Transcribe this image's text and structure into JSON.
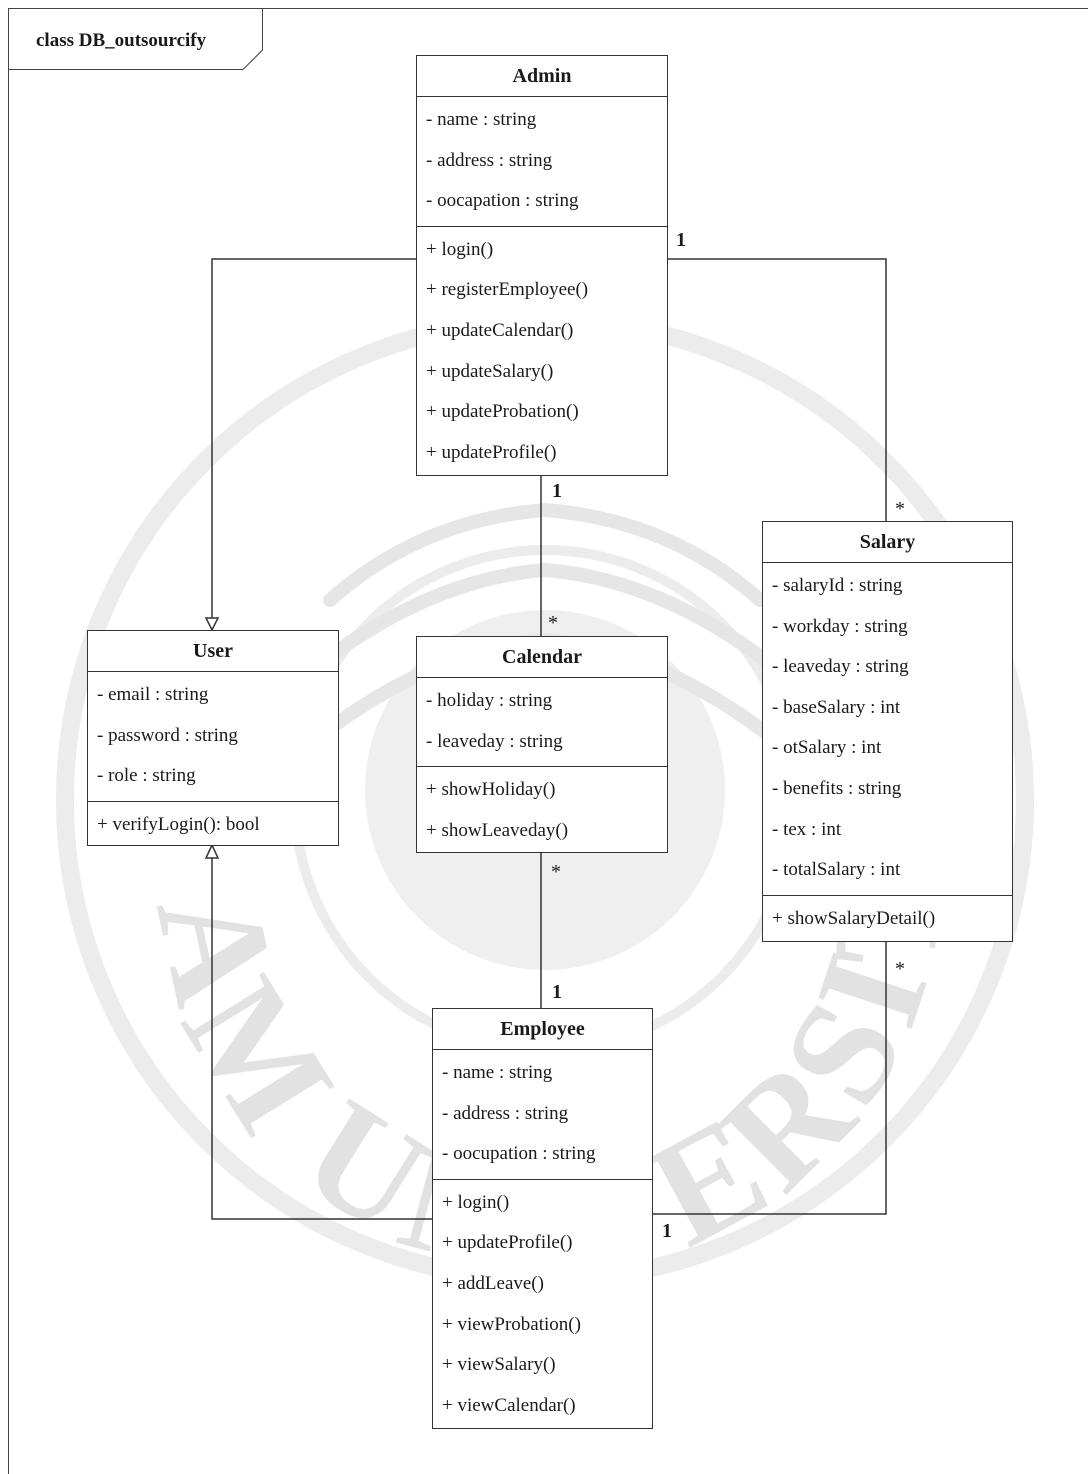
{
  "frame": {
    "title": "class DB_outsourcify"
  },
  "watermark": {
    "text": "SIAM UNIVERSITY"
  },
  "classes": {
    "admin": {
      "name": "Admin",
      "attributes": [
        "- name : string",
        "- address : string",
        "- oocapation : string"
      ],
      "operations": [
        "+ login()",
        "+ registerEmployee()",
        "+ updateCalendar()",
        "+ updateSalary()",
        "+ updateProbation()",
        "+ updateProfile()"
      ]
    },
    "user": {
      "name": "User",
      "attributes": [
        "- email : string",
        "- password : string",
        "- role : string"
      ],
      "operations": [
        "+ verifyLogin(): bool"
      ]
    },
    "calendar": {
      "name": "Calendar",
      "attributes": [
        "- holiday : string",
        "- leaveday : string"
      ],
      "operations": [
        "+ showHoliday()",
        "+ showLeaveday()"
      ]
    },
    "salary": {
      "name": "Salary",
      "attributes": [
        "- salaryId : string",
        "- workday : string",
        "- leaveday : string",
        "- baseSalary : int",
        "- otSalary : int",
        "- benefits : string",
        "- tex : int",
        "- totalSalary : int"
      ],
      "operations": [
        "+ showSalaryDetail()"
      ]
    },
    "employee": {
      "name": "Employee",
      "attributes": [
        "- name : string",
        "- address : string",
        "- oocupation : string"
      ],
      "operations": [
        "+ login()",
        "+ updateProfile()",
        "+ addLeave()",
        "+ viewProbation()",
        "+ viewSalary()",
        "+ viewCalendar()"
      ]
    }
  },
  "multiplicities": {
    "admin_salary_admin_end": "1",
    "admin_salary_salary_end": "*",
    "admin_calendar_admin_end": "1",
    "admin_calendar_calendar_end": "*",
    "calendar_employee_calendar_end": "*",
    "calendar_employee_employee_end": "1",
    "salary_employee_salary_end": "*",
    "salary_employee_employee_end": "1"
  }
}
